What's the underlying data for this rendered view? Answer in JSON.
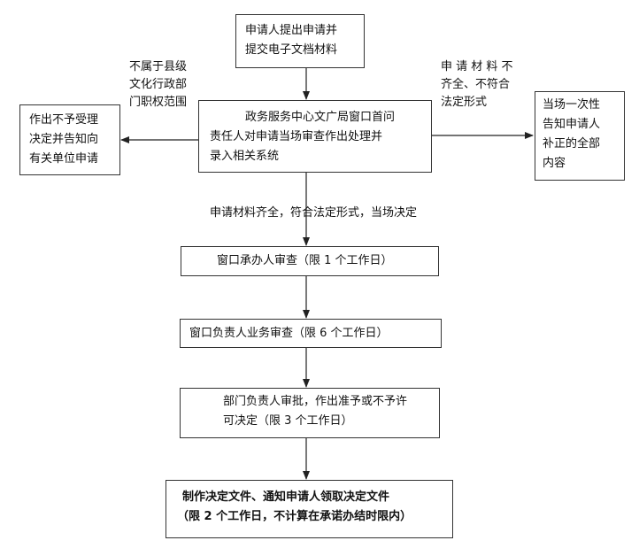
{
  "nodes": {
    "apply": [
      "申请人提出申请并",
      "提交电子文档材料"
    ],
    "review": [
      "政务服务中心文广局窗口首问",
      "责任人对申请当场审查作出处理并",
      "录入相关系统"
    ],
    "reject": [
      "作出不予受理",
      "决定并告知向",
      "有关单位申请"
    ],
    "inform": [
      "当场一次性",
      "告知申请人",
      "补正的全部",
      "内容"
    ],
    "step1": "窗口承办人审查（限 1 个工作日）",
    "step2": "窗口负责人业务审查（限 6 个工作日）",
    "step3": [
      "部门负责人审批，作出准予或不予许",
      "可决定（限 3 个工作日）"
    ],
    "final": [
      "制作决定文件、通知申请人领取决定文件",
      "（限 2 个工作日，不计算在承诺办结时限内）"
    ]
  },
  "edge_labels": {
    "not_in_scope": [
      "不属于县级",
      "文化行政部",
      "门职权范围"
    ],
    "incomplete": [
      "申 请 材 料 不",
      "齐全、不符合",
      "法定形式"
    ],
    "complete": "申请材料齐全，符合法定形式，当场决定"
  }
}
